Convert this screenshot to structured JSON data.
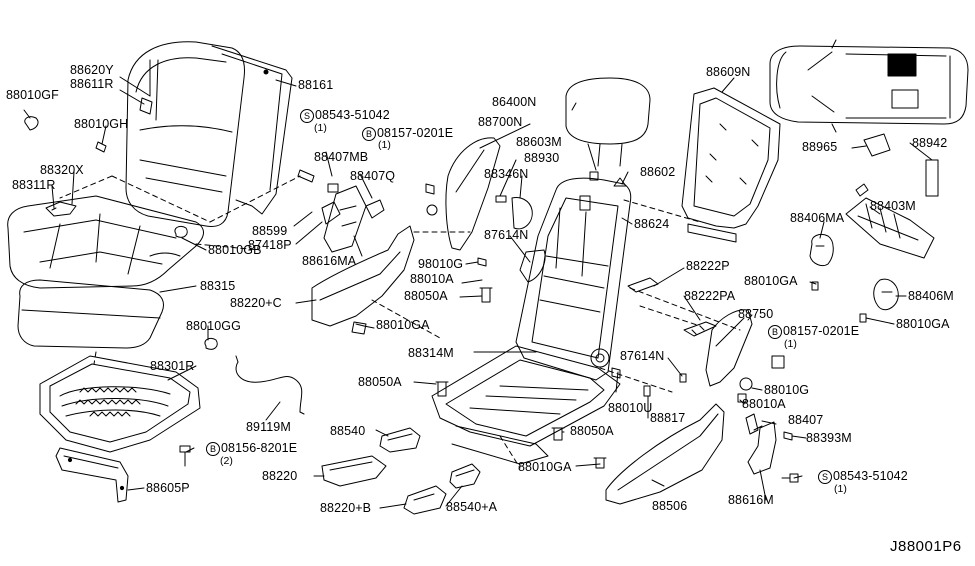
{
  "diagram_code": "J88001P6",
  "callouts": {
    "p88010GF": "88010GF",
    "p88620Y": "88620Y",
    "p88611R": "88611R",
    "p88010GH": "88010GH",
    "p88320X": "88320X",
    "p88311R": "88311R",
    "p88161": "88161",
    "p88407MB": "88407MB",
    "p88407Q": "88407Q",
    "p88599": "88599",
    "p87418P": "87418P",
    "p88616MA": "88616MA",
    "p88010GB": "88010GB",
    "p88315": "88315",
    "p88220C": "88220+C",
    "p88010GA_a": "88010GA",
    "p88010GG": "88010GG",
    "p88301R": "88301R",
    "p89119M": "89119M",
    "p88605P": "88605P",
    "p88220": "88220",
    "p88540": "88540",
    "p88220B": "88220+B",
    "p88540A": "88540+A",
    "p86400N": "86400N",
    "p88700N": "88700N",
    "p88603M": "88603M",
    "p88930": "88930",
    "p88346N": "88346N",
    "p88602": "88602",
    "p88624": "88624",
    "p98010G": "98010G",
    "p87614N_a": "87614N",
    "p88010A_a": "88010A",
    "p88050A_a": "88050A",
    "p88222P": "88222P",
    "p88222PA": "88222PA",
    "p88314M": "88314M",
    "p88050A_b": "88050A",
    "p88050A_c": "88050A",
    "p88010GA_b": "88010GA",
    "p88010U": "88010U",
    "p88817": "88817",
    "p87614N_b": "87614N",
    "p88506": "88506",
    "p88609N": "88609N",
    "p88750": "88750",
    "p88010G": "88010G",
    "p88010A_b": "88010A",
    "p88407": "88407",
    "p88393M": "88393M",
    "p88616M": "88616M",
    "p88965": "88965",
    "p88942": "88942",
    "p88403M": "88403M",
    "p88406MA": "88406MA",
    "p88010GA_c": "88010GA",
    "p88406M": "88406M",
    "p88010GA_d": "88010GA"
  },
  "fasteners": {
    "s1": {
      "mark": "S",
      "part": "08543-51042",
      "qty": "(1)"
    },
    "b1": {
      "mark": "B",
      "part": "08157-0201E",
      "qty": "(1)"
    },
    "b2": {
      "mark": "B",
      "part": "08156-8201E",
      "qty": "(2)"
    },
    "b3": {
      "mark": "B",
      "part": "08157-0201E",
      "qty": "(1)"
    },
    "s2": {
      "mark": "S",
      "part": "08543-51042",
      "qty": "(1)"
    }
  }
}
